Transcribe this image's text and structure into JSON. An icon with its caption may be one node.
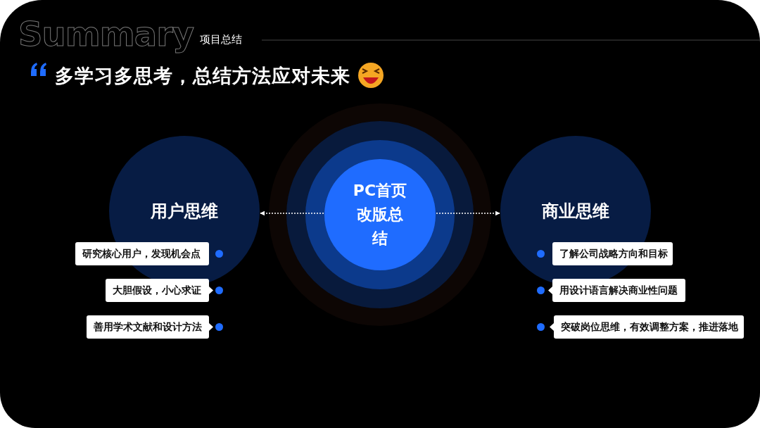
{
  "diagram": {
    "title": "Summary",
    "nodes": [
      {
        "text": [
          "PC首页改版总结"
        ]
      },
      {
        "text": [
          "用户思维"
        ]
      },
      {
        "text": [
          "商业思维"
        ]
      },
      {
        "text": [
          "研究核心用户，发现机会点"
        ]
      },
      {
        "text": [
          "大胆假设，小心求证"
        ]
      },
      {
        "text": [
          "善用学术文献和设计方法"
        ]
      },
      {
        "text": [
          "了解公司战略方向和目标"
        ]
      },
      {
        "text": [
          "用设计语言解决商业性问题"
        ]
      },
      {
        "text": [
          "突破岗位思维，有效调整方案，推进落地"
        ]
      }
    ],
    "edges": [
      {
        "from": 0,
        "to": 1,
        "arrow": "to"
      },
      {
        "from": 0,
        "to": 2,
        "arrow": "to"
      }
    ],
    "labels": [
      "项目总结",
      "多学习多思考，总结方法应对未来"
    ]
  }
}
